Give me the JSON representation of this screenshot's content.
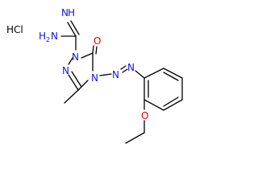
{
  "molecule": {
    "salt_label": "HCl",
    "atoms": {
      "imine_n": "N",
      "imine_h": "H",
      "amine_n": "N",
      "amine_h2": "H",
      "amine_h2_sub": "2",
      "n1": "N",
      "n2": "N",
      "n4": "N",
      "azo_n1": "N",
      "azo_n2": "N",
      "carbonyl_o": "O",
      "ether_o": "O"
    },
    "colors": {
      "nitrogen": "#1414e6",
      "oxygen": "#e60000",
      "carbon": "#000000",
      "chlorine": "#000000"
    }
  }
}
